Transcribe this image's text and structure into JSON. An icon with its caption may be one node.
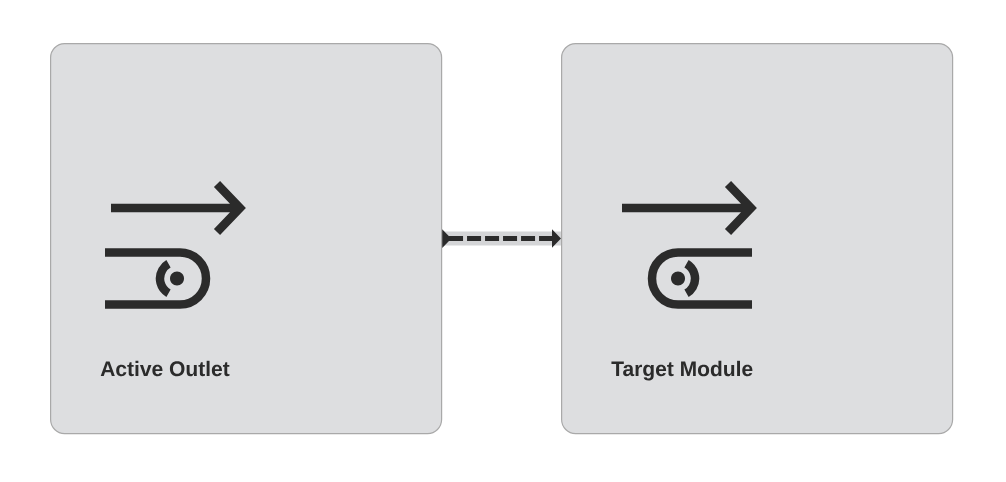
{
  "diagram": {
    "nodes": [
      {
        "text": [
          "Active Outlet"
        ]
      },
      {
        "text": [
          "Target Module"
        ]
      }
    ],
    "edges": [
      {
        "from": 0,
        "to": 1,
        "arrow": "to",
        "style": "dashed"
      }
    ]
  }
}
